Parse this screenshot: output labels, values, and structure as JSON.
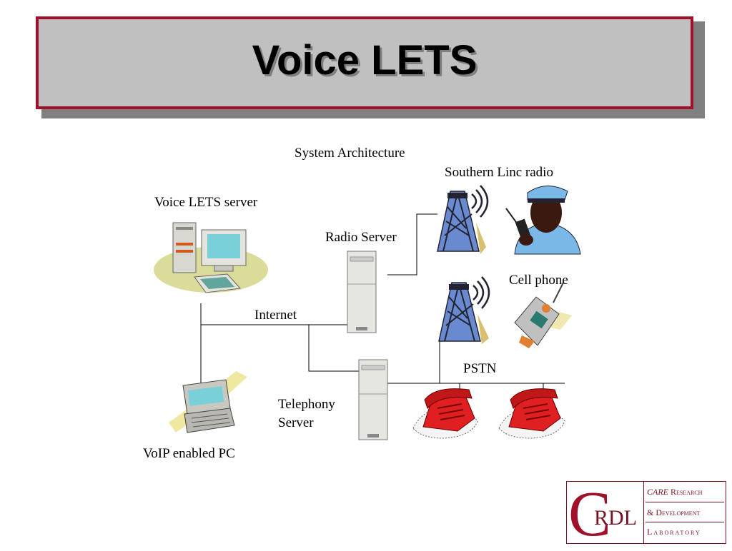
{
  "slide": {
    "title": "Voice LETS",
    "subtitle": "System Architecture"
  },
  "nodes": {
    "voice_lets_server": "Voice LETS server",
    "radio_server": "Radio Server",
    "southern_linc_radio": "Southern Linc radio",
    "cell_phone": "Cell phone",
    "internet": "Internet",
    "pstn": "PSTN",
    "telephony_server_line1": "Telephony",
    "telephony_server_line2": "Server",
    "voip_pc": "VoIP enabled PC"
  },
  "logo": {
    "letter_c": "C",
    "letters_rdl": "RDL",
    "line1_italic": "CARE",
    "line1_rest": " Research",
    "line2": "& Development",
    "line3": "Laboratory"
  },
  "colors": {
    "accent": "#a0102a",
    "title_bg": "#c0c0c0",
    "phone_red": "#e02020"
  },
  "icons": [
    "desktop-computer-icon",
    "server-tower-icon",
    "radio-tower-icon",
    "police-officer-icon",
    "cell-phone-icon",
    "laptop-icon",
    "telephone-icon"
  ]
}
